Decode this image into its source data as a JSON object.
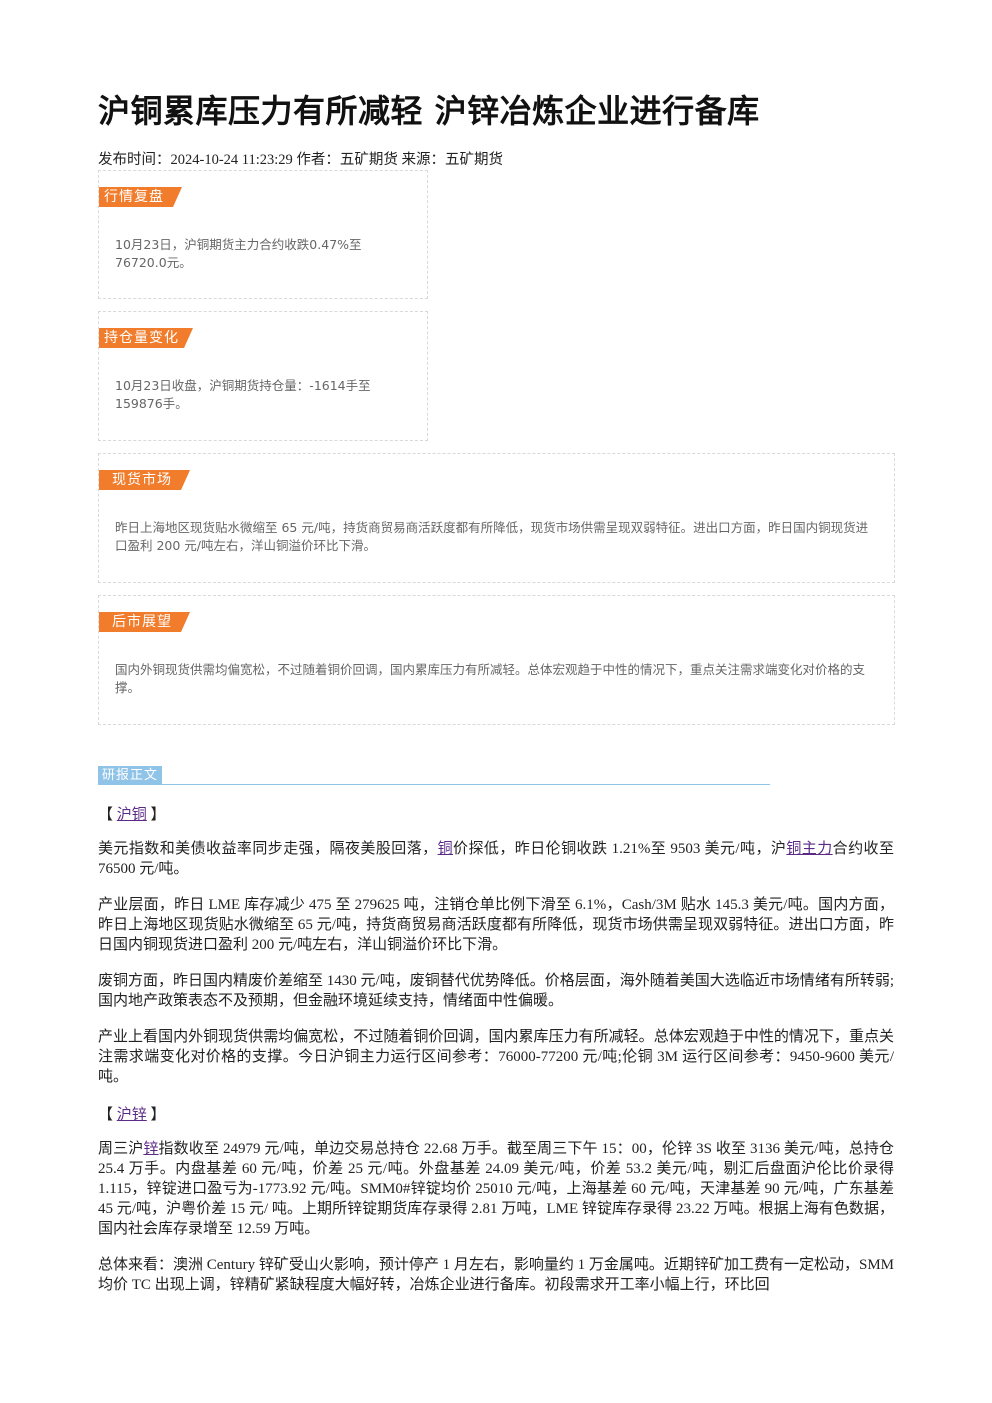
{
  "title": "沪铜累库压力有所减轻 沪锌冶炼企业进行备库",
  "meta": "发布时间：2024-10-24 11:23:29 作者：五矿期货 来源：五矿期货",
  "boxes": [
    {
      "tag": "行情复盘",
      "text": "10月23日，沪铜期货主力合约收跌0.47%至76720.0元。"
    },
    {
      "tag": "持仓量变化",
      "text": "10月23日收盘，沪铜期货持仓量：-1614手至159876手。"
    },
    {
      "tag": "现货市场",
      "text": "昨日上海地区现货贴水微缩至 65 元/吨，持货商贸易商活跃度都有所降低，现货市场供需呈现双弱特征。进出口方面，昨日国内铜现货进口盈利 200 元/吨左右，洋山铜溢价环比下滑。"
    },
    {
      "tag": "后市展望",
      "text": "国内外铜现货供需均偏宽松，不过随着铜价回调，国内累库压力有所减轻。总体宏观趋于中性的情况下，重点关注需求端变化对价格的支撑。"
    }
  ],
  "report_label": "研报正文",
  "sections": {
    "cu_open": "【",
    "cu_link": "沪铜",
    "cu_close": "】",
    "cu_p1_a": "美元指数和美债收益率同步走强，隔夜美股回落，",
    "cu_p1_link1": "铜",
    "cu_p1_b": "价探低，昨日伦铜收跌 1.21%至 9503 美元/吨，沪",
    "cu_p1_link2": "铜主力",
    "cu_p1_c": "合约收至 76500 元/吨。",
    "cu_p2": "产业层面，昨日 LME 库存减少 475 至 279625 吨，注销仓单比例下滑至 6.1%，Cash/3M 贴水 145.3 美元/吨。国内方面，昨日上海地区现货贴水微缩至 65 元/吨，持货商贸易商活跃度都有所降低，现货市场供需呈现双弱特征。进出口方面，昨日国内铜现货进口盈利 200 元/吨左右，洋山铜溢价环比下滑。",
    "cu_p3": "废铜方面，昨日国内精废价差缩至 1430 元/吨，废铜替代优势降低。价格层面，海外随着美国大选临近市场情绪有所转弱;国内地产政策表态不及预期，但金融环境延续支持，情绪面中性偏暖。",
    "cu_p4": "产业上看国内外铜现货供需均偏宽松，不过随着铜价回调，国内累库压力有所减轻。总体宏观趋于中性的情况下，重点关注需求端变化对价格的支撑。今日沪铜主力运行区间参考：76000-77200 元/吨;伦铜 3M 运行区间参考：9450-9600 美元/吨。",
    "zn_open": "【",
    "zn_link": "沪锌",
    "zn_close": "】",
    "zn_p1_a": "周三沪",
    "zn_p1_link": "锌",
    "zn_p1_b": "指数收至 24979 元/吨，单边交易总持仓 22.68 万手。截至周三下午 15：00，伦锌 3S 收至 3136 美元/吨，总持仓 25.4 万手。内盘基差 60 元/吨，价差 25 元/吨。外盘基差 24.09 美元/吨，价差 53.2 美元/吨，剔汇后盘面沪伦比价录得 1.115，锌锭进口盈亏为-1773.92 元/吨。SMM0#锌锭均价 25010 元/吨，上海基差 60 元/吨，天津基差 90 元/吨，广东基差 45 元/吨，沪粤价差 15 元/ 吨。上期所锌锭期货库存录得 2.81 万吨，LME 锌锭库存录得 23.22 万吨。根据上海有色数据，国内社会库存录增至 12.59 万吨。",
    "zn_p2": "总体来看：澳洲 Century 锌矿受山火影响，预计停产 1 月左右，影响量约 1 万金属吨。近期锌矿加工费有一定松动，SMM 均价 TC 出现上调，锌精矿紧缺程度大幅好转，冶炼企业进行备库。初段需求开工率小幅上行，环比回"
  }
}
